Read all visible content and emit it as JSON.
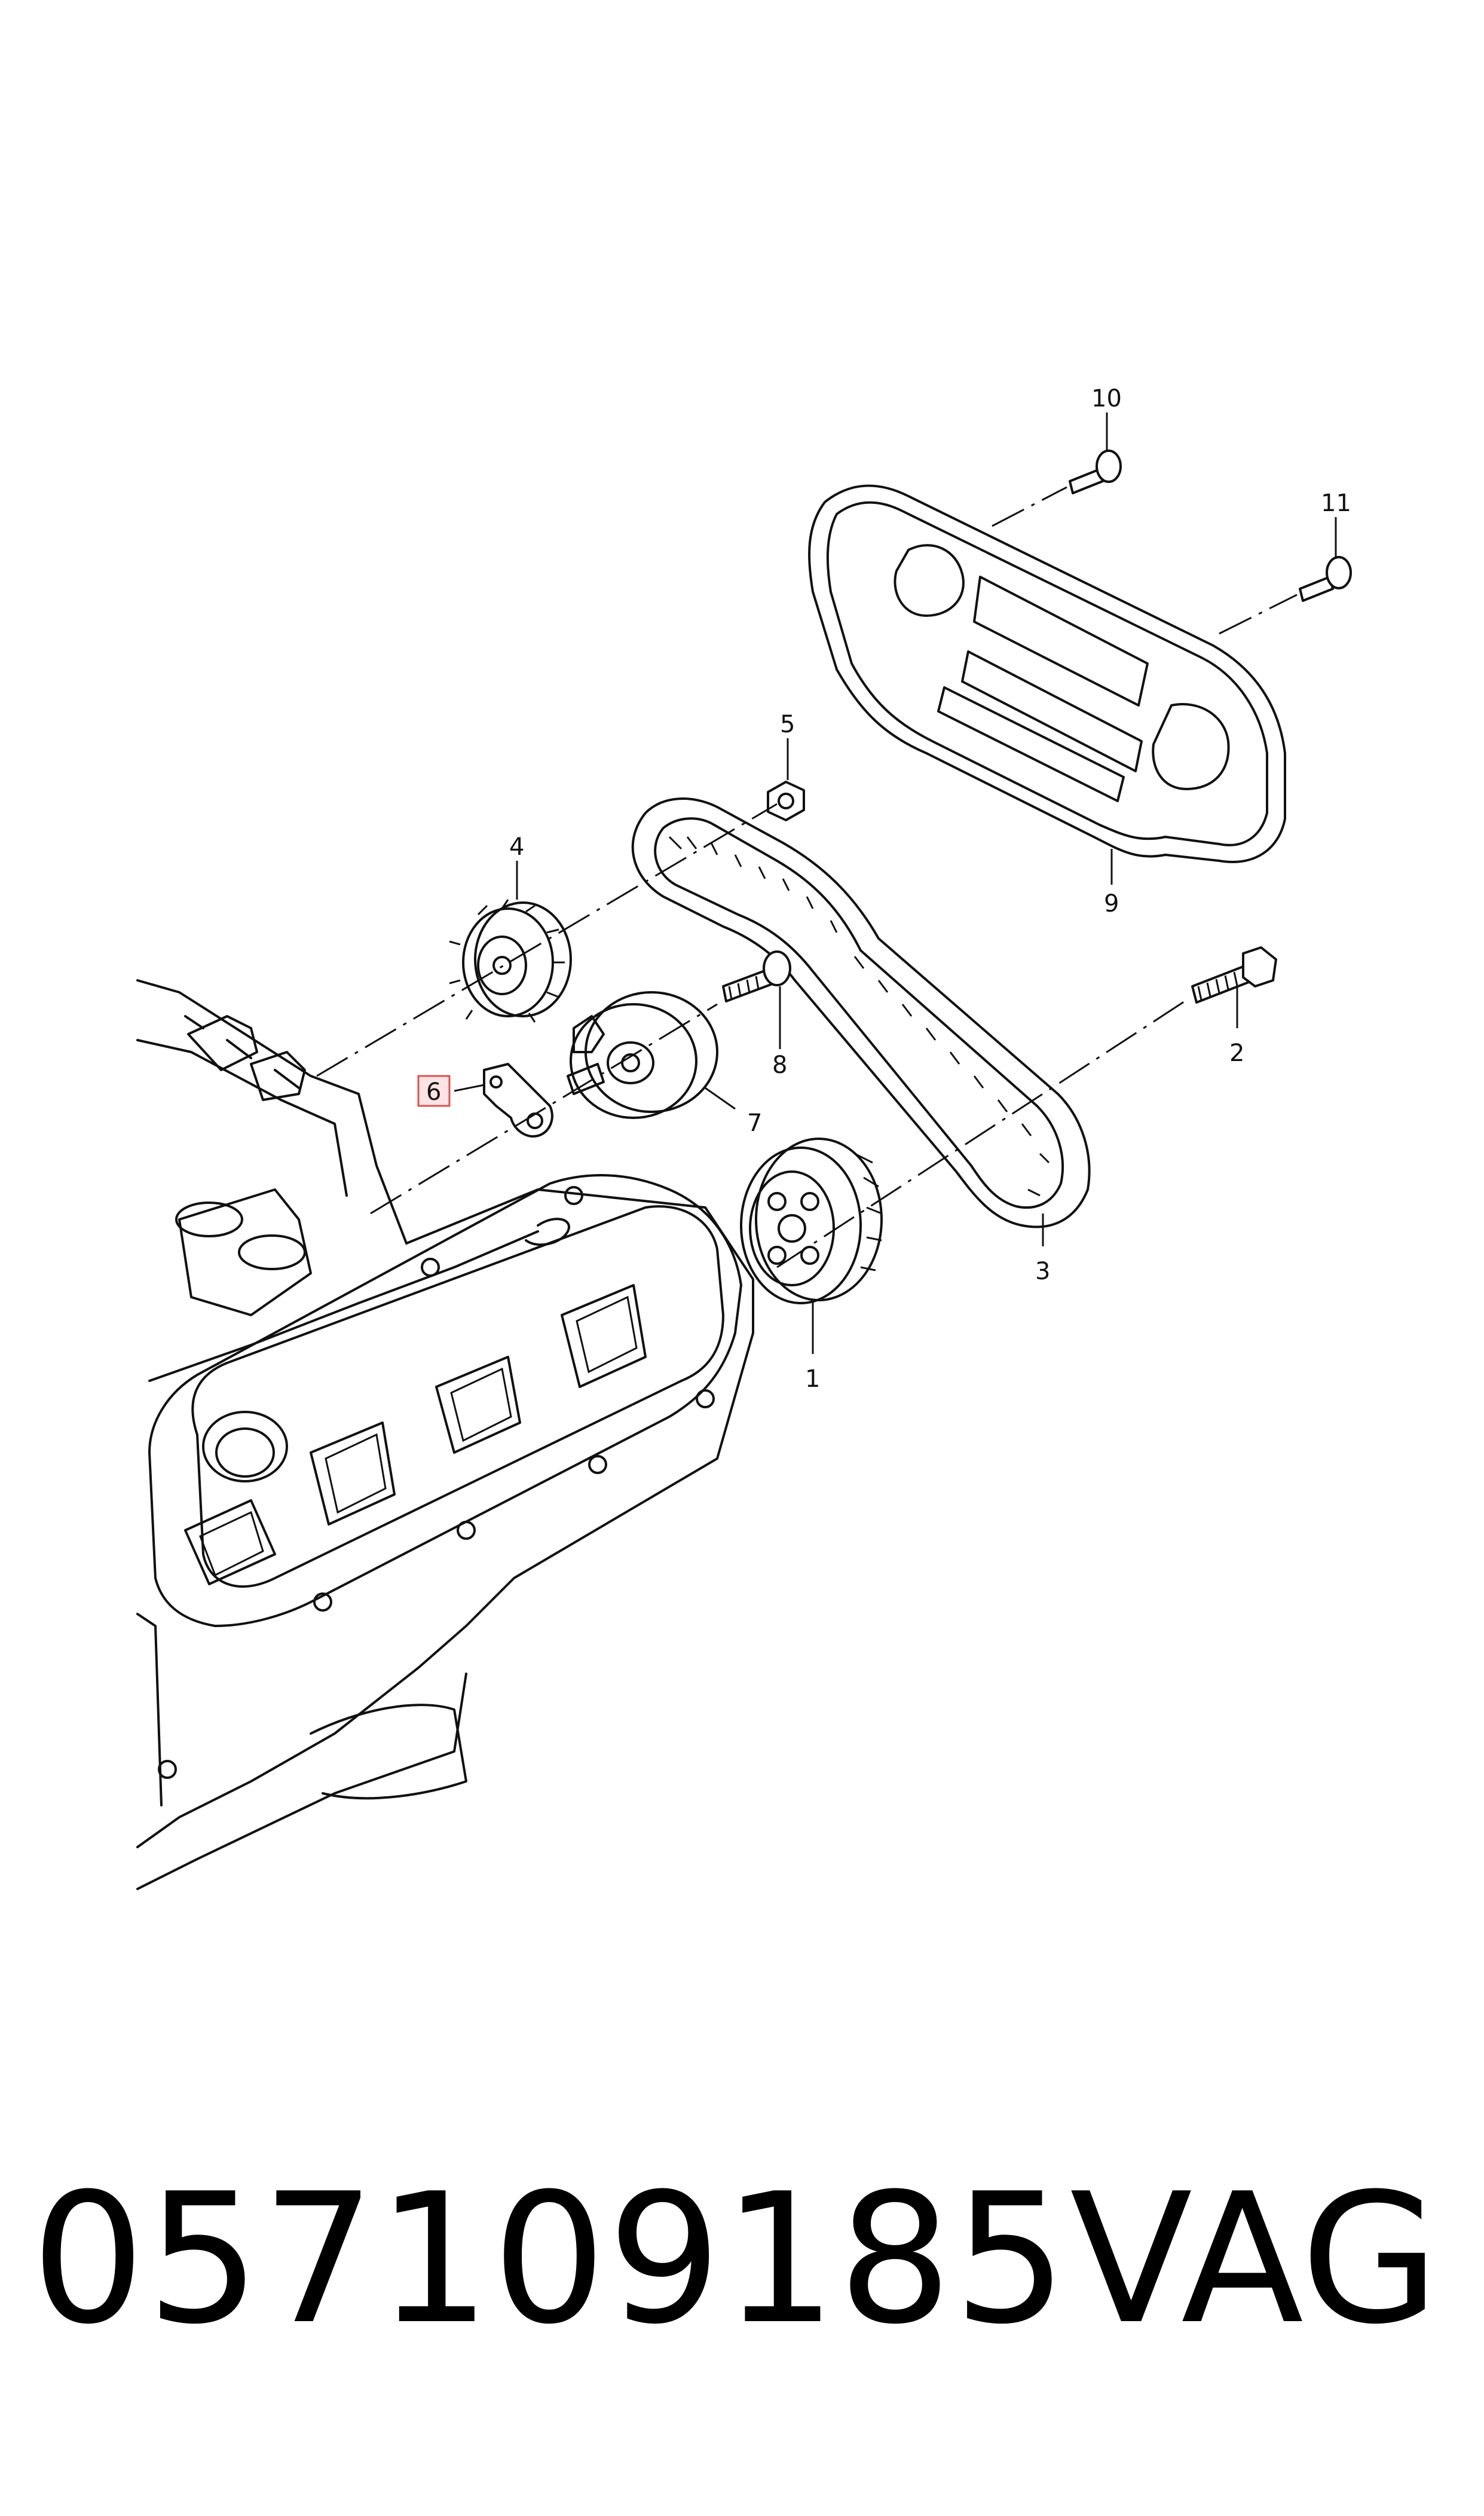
{
  "callouts": {
    "c1": "1",
    "c2": "2",
    "c3": "3",
    "c4": "4",
    "c5": "5",
    "c6": "6",
    "c7": "7",
    "c8": "8",
    "c9": "9",
    "c10": "10",
    "c11": "11"
  },
  "highlight_color": "#d9534f",
  "footer": {
    "part_number": "057109185",
    "brand": "VAG"
  }
}
